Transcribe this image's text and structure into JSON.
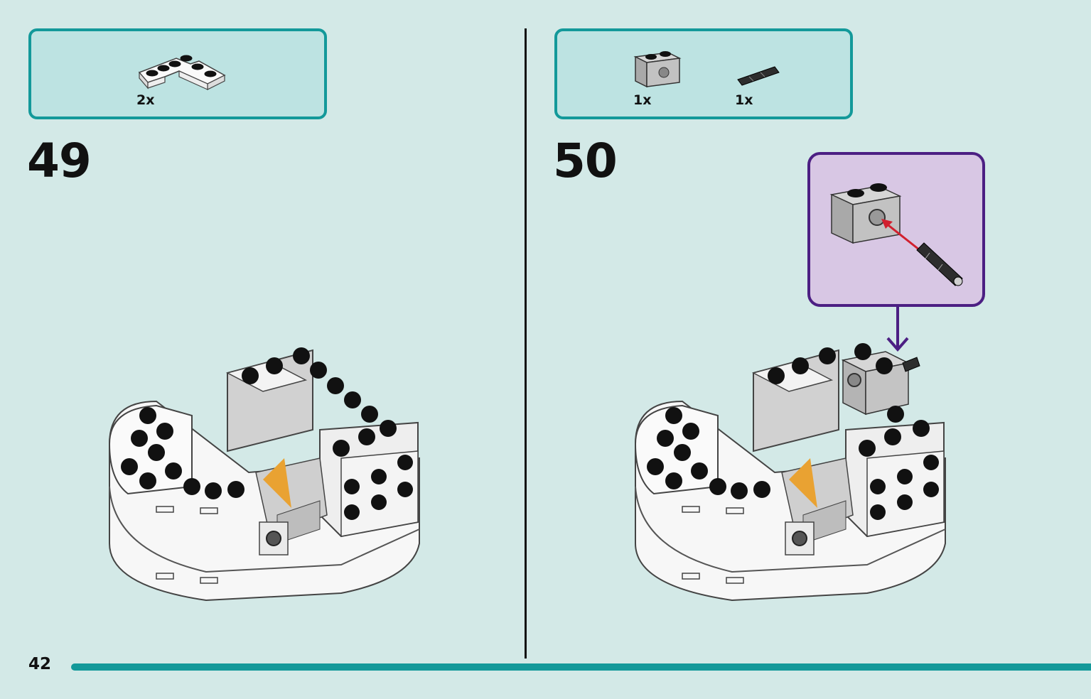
{
  "left_step": {
    "number": "49",
    "parts": [
      {
        "quantity": "2x",
        "piece": "white-l-plate-icon"
      }
    ]
  },
  "right_step": {
    "number": "50",
    "parts": [
      {
        "quantity": "1x",
        "piece": "gray-technic-brick-icon"
      },
      {
        "quantity": "1x",
        "piece": "black-technic-pin-icon"
      }
    ]
  },
  "page": {
    "number": "42"
  },
  "colors": {
    "accent": "#13999a",
    "background": "#d3e9e7",
    "callout_border": "#4c1f83",
    "callout_fill": "#d8c7e4",
    "arrow": "#d1202f"
  }
}
